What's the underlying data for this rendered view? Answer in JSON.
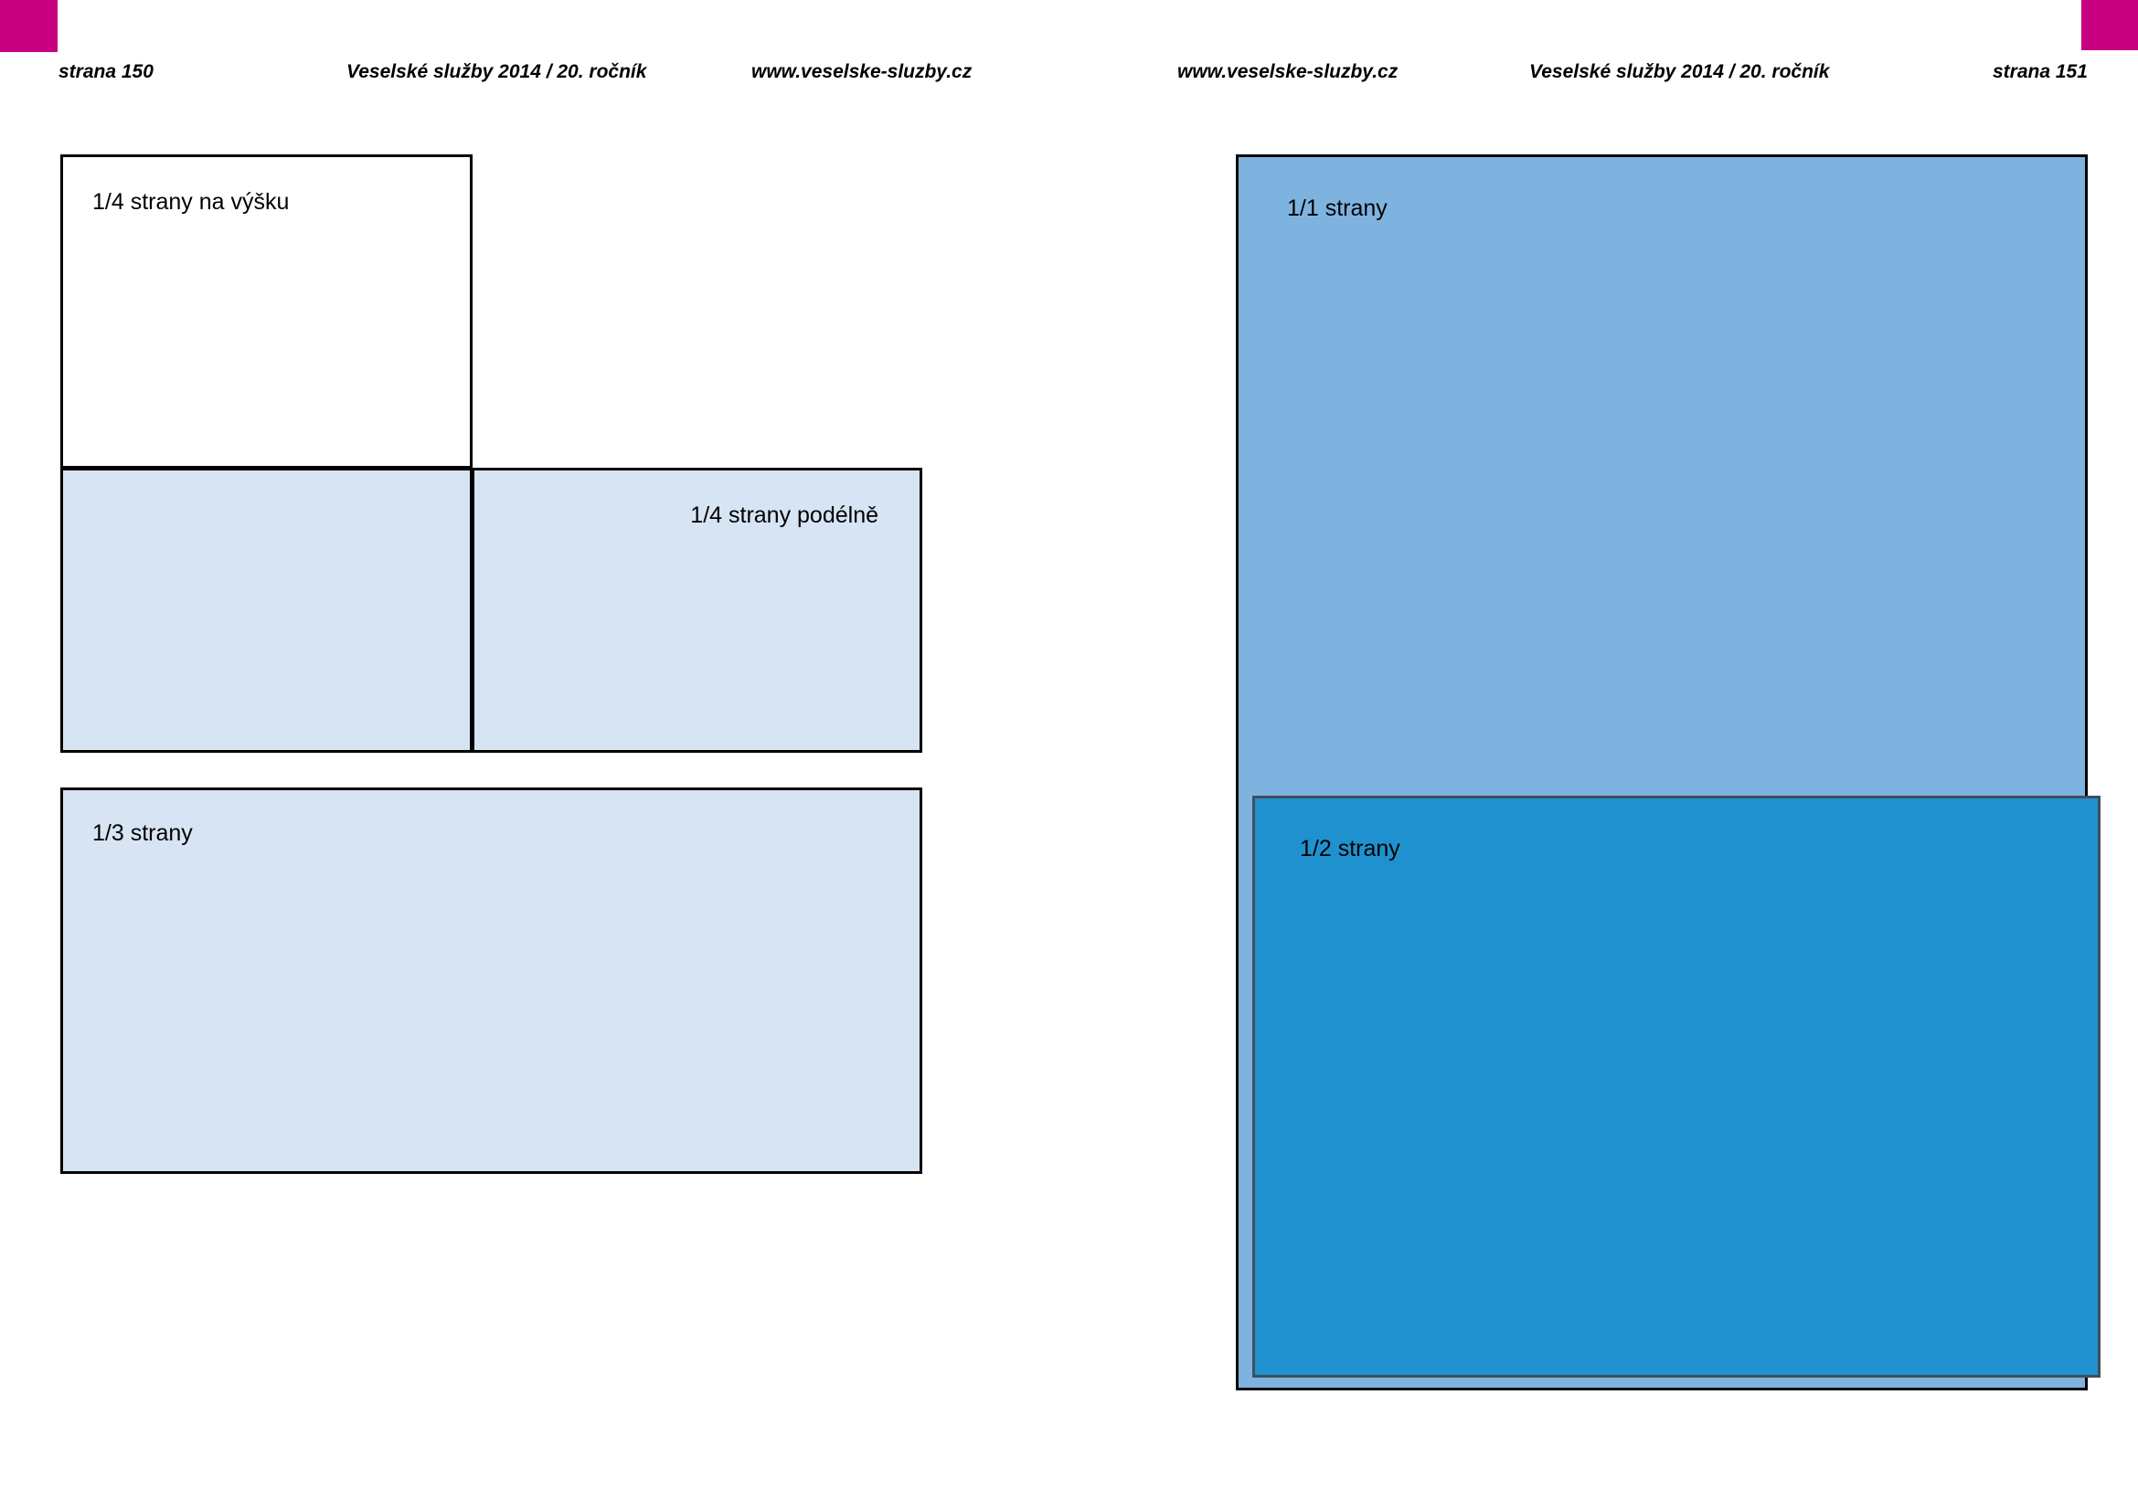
{
  "page": {
    "background_color": "#ffffff",
    "accent_color": "#c6007e"
  },
  "corner_marks": [
    {
      "name": "top-left-magenta-mark",
      "color": "#c6007e"
    },
    {
      "name": "top-right-magenta-mark",
      "color": "#c6007e"
    }
  ],
  "running_head": {
    "left_page_number": "strana 150",
    "left_title": "Veselské služby 2014 / 20. ročník",
    "left_url": "www.veselske-sluzby.cz",
    "right_url": "www.veselske-sluzby.cz",
    "right_title": "Veselské služby 2014 / 20. ročník",
    "right_page_number": "strana 151"
  },
  "left_page": {
    "boxes": [
      {
        "id": "quarter-portrait",
        "label": "1/4 strany na výšku",
        "fill": "#ffffff",
        "border": "#000000"
      },
      {
        "id": "quarter-landscape-left-half",
        "label": "",
        "fill": "#d7e4f4",
        "border": "#000000"
      },
      {
        "id": "quarter-landscape",
        "label": "1/4 strany podélně",
        "fill": "#d7e4f4",
        "border": "#000000"
      },
      {
        "id": "third",
        "label": "1/3 strany",
        "fill": "#d7e4f4",
        "border": "#000000"
      }
    ]
  },
  "right_page": {
    "boxes": [
      {
        "id": "full",
        "label": "1/1 strany",
        "fill": "#7fb3df",
        "border": "#000000"
      },
      {
        "id": "half",
        "label": "1/2 strany",
        "fill": "#1f91ce",
        "border": "#3f4f5c"
      }
    ]
  }
}
